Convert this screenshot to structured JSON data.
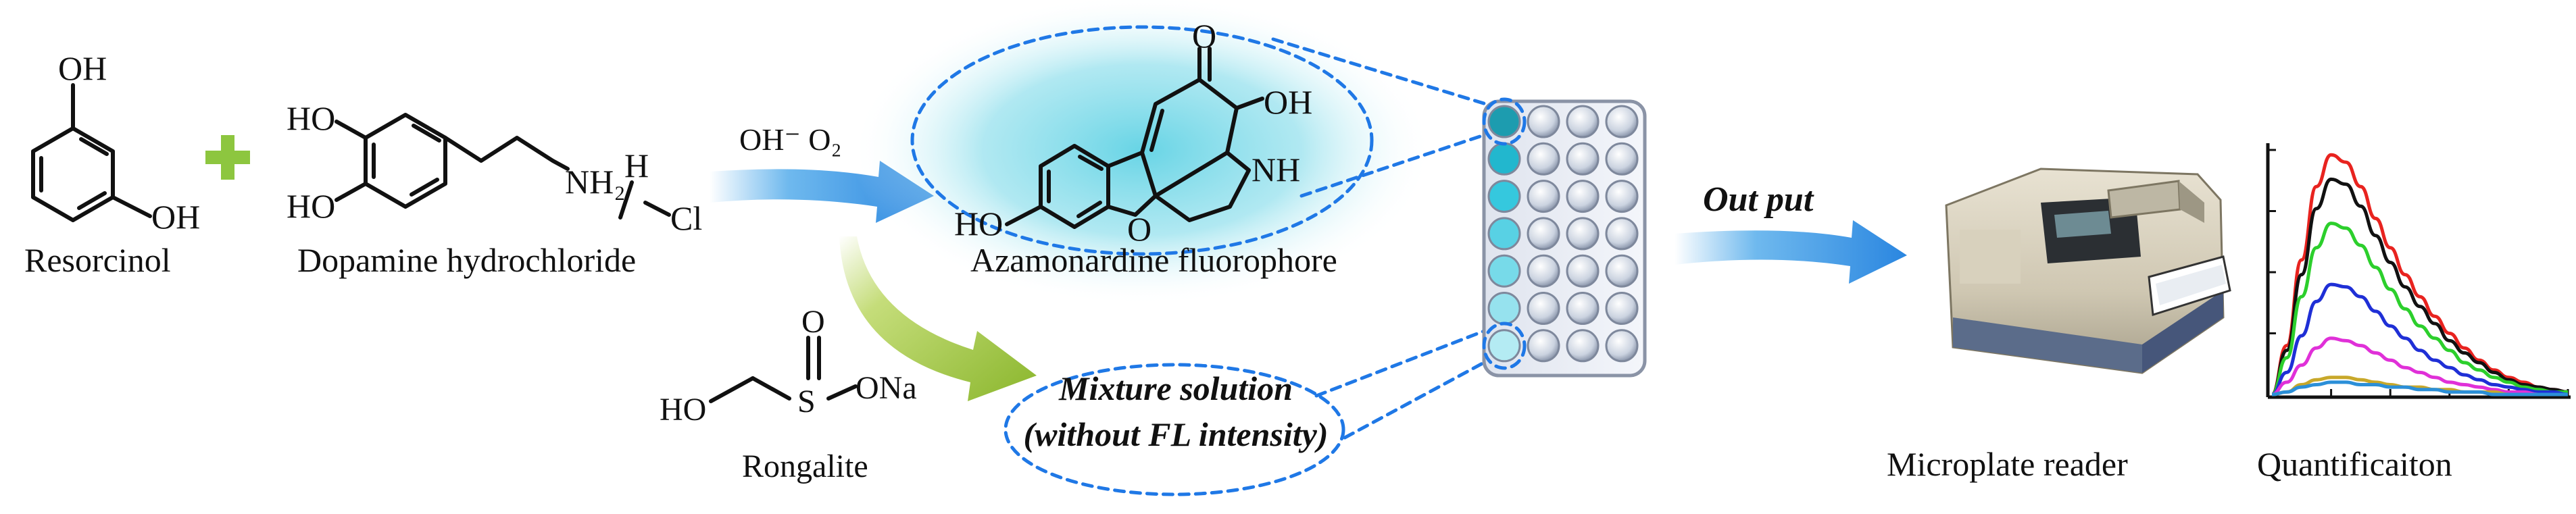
{
  "reactants": {
    "resorcinol": {
      "oh_top": "OH",
      "oh_right": "OH",
      "name": "Resorcinol"
    },
    "plus": "+",
    "dopamine": {
      "ho_top": "HO",
      "ho_bottom": "HO",
      "nh2": "NH₂",
      "h": "H",
      "cl": "Cl",
      "name": "Dopamine hydrochloride"
    }
  },
  "reaction": {
    "conditions": "OH⁻  O₂"
  },
  "product": {
    "o_carbonyl": "O",
    "oh": "OH",
    "nh": "NH",
    "ho": "HO",
    "o_ring": "O",
    "name": "Azamonardine fluorophore"
  },
  "rongalite": {
    "o": "O",
    "s": "S",
    "ona": "ONa",
    "ho": "HO",
    "name": "Rongalite"
  },
  "mixture": {
    "line1": "Mixture solution",
    "line2": "(without FL intensity)"
  },
  "output_label": "Out put",
  "device_label": "Microplate reader",
  "quant_label": "Quantificaiton",
  "colors": {
    "accent_blue": "#1f78e6",
    "arrow_green": "#9cc43a",
    "plus_green": "#8dc63f",
    "glow_cyan": "#3fc7dc"
  },
  "plate": {
    "first_column_fill_levels": [
      1.0,
      0.85,
      0.7,
      0.55,
      0.4,
      0.25,
      0.1
    ]
  },
  "chart_data": {
    "type": "line",
    "x": [
      0,
      1,
      2,
      3,
      4,
      5,
      6,
      7,
      8,
      9,
      10,
      11,
      12,
      13,
      14,
      15,
      16,
      17,
      18,
      19,
      20
    ],
    "series": [
      {
        "color": "#e8231f",
        "values": [
          0,
          20,
          55,
          85,
          98,
          95,
          85,
          72,
          60,
          49,
          40,
          32,
          25,
          19,
          14,
          10,
          7,
          5,
          3,
          2,
          1
        ]
      },
      {
        "color": "#111111",
        "values": [
          0,
          18,
          49,
          76,
          88,
          86,
          77,
          65,
          54,
          44,
          36,
          29,
          22,
          17,
          13,
          9,
          6,
          4,
          3,
          2,
          1
        ]
      },
      {
        "color": "#2ccf2c",
        "values": [
          0,
          15,
          40,
          60,
          70,
          68,
          61,
          52,
          43,
          35,
          28,
          23,
          18,
          13,
          10,
          7,
          5,
          3,
          2,
          1,
          1
        ]
      },
      {
        "color": "#1f2fd6",
        "values": [
          0,
          9,
          24,
          38,
          45,
          44,
          40,
          34,
          28,
          23,
          18,
          14,
          11,
          8,
          6,
          4,
          3,
          2,
          1,
          1,
          0
        ]
      },
      {
        "color": "#e030d8",
        "values": [
          0,
          5,
          12,
          19,
          23,
          22,
          20,
          17,
          14,
          11,
          9,
          7,
          5,
          4,
          3,
          2,
          1,
          1,
          0,
          0,
          0
        ]
      },
      {
        "color": "#c8a82a",
        "values": [
          0,
          1,
          4,
          6,
          7,
          7,
          6,
          5,
          4,
          3,
          3,
          2,
          2,
          1,
          1,
          1,
          0,
          0,
          0,
          0,
          0
        ]
      },
      {
        "color": "#2b8fd8",
        "values": [
          0,
          1,
          3,
          4,
          5,
          5,
          4,
          4,
          3,
          3,
          2,
          2,
          1,
          1,
          1,
          0,
          0,
          0,
          0,
          0,
          0
        ]
      }
    ],
    "xlim": [
      0,
      20
    ],
    "ylim": [
      0,
      100
    ],
    "grid": false
  }
}
